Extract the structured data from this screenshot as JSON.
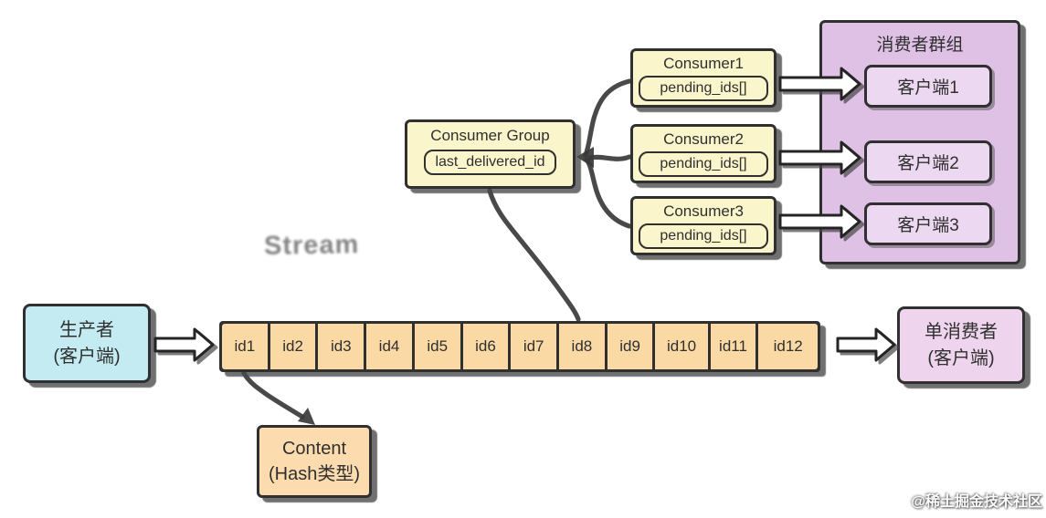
{
  "watermarks": {
    "center": "Stream",
    "corner": "@稀土掘金技术社区"
  },
  "producer": {
    "title": "生产者",
    "subtitle": "(客户端)"
  },
  "stream": {
    "ids": [
      "id1",
      "id2",
      "id3",
      "id4",
      "id5",
      "id6",
      "id7",
      "id8",
      "id9",
      "id10",
      "id11",
      "id12"
    ]
  },
  "consumer_group": {
    "title": "Consumer Group",
    "field": "last_delivered_id"
  },
  "consumers": [
    {
      "title": "Consumer1",
      "field": "pending_ids[]"
    },
    {
      "title": "Consumer2",
      "field": "pending_ids[]"
    },
    {
      "title": "Consumer3",
      "field": "pending_ids[]"
    }
  ],
  "client_group": {
    "title": "消费者群组",
    "clients": [
      {
        "label": "客户端1"
      },
      {
        "label": "客户端2"
      },
      {
        "label": "客户端3"
      }
    ]
  },
  "single_consumer": {
    "title": "单消费者",
    "subtitle": "(客户端)"
  },
  "content": {
    "title": "Content",
    "subtitle": "(Hash类型)"
  },
  "colors": {
    "producer_fill": "#c3ebf1",
    "stream_cell_fill": "#fbd9a5",
    "content_fill": "#fcdcae",
    "consumer_fill": "#faf5cb",
    "group_panel_fill": "#e0c1e6",
    "client_fill": "#ecd9f1",
    "single_consumer_fill": "#eed4ec",
    "border_dark": "#303030",
    "connector": "#3a3a3a"
  }
}
